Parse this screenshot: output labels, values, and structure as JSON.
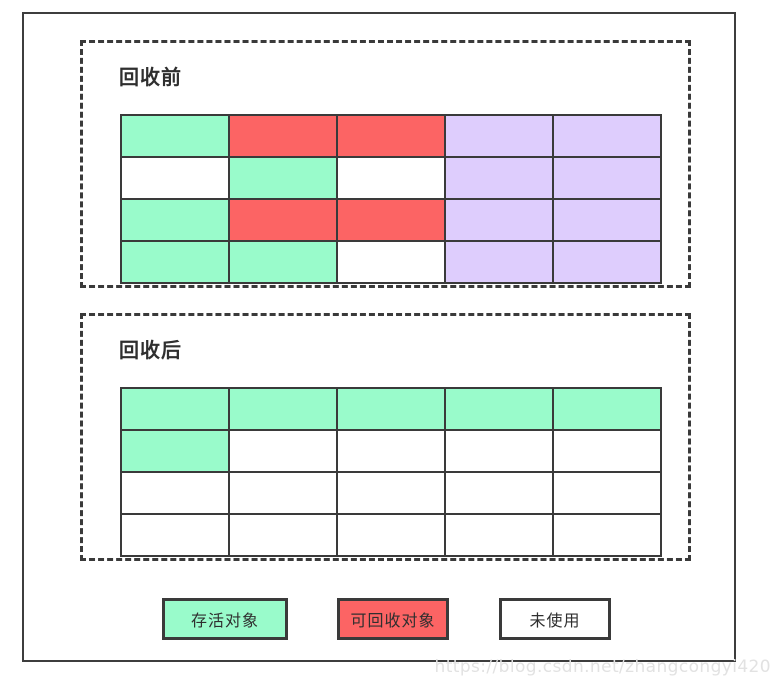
{
  "diagram": {
    "title_visible": false,
    "colors": {
      "live": "#99fbcb",
      "garbage": "#fc6464",
      "unused": "#decdfd",
      "free": "#ffffff",
      "stroke": "#3a3a3a",
      "frame": "#3d3d3d",
      "text": "#2f2f2f",
      "watermark": "#e2e2e2"
    }
  },
  "sections": [
    {
      "id": "before",
      "title": "回收前",
      "rows": 4,
      "cols": 5,
      "cells": [
        [
          "live",
          "garbage",
          "garbage",
          "unused",
          "unused"
        ],
        [
          "free",
          "live",
          "free",
          "unused",
          "unused"
        ],
        [
          "live",
          "garbage",
          "garbage",
          "unused",
          "unused"
        ],
        [
          "live",
          "live",
          "free",
          "unused",
          "unused"
        ]
      ]
    },
    {
      "id": "after",
      "title": "回收后",
      "rows": 4,
      "cols": 5,
      "cells": [
        [
          "live",
          "live",
          "live",
          "live",
          "live"
        ],
        [
          "live",
          "free",
          "free",
          "free",
          "free"
        ],
        [
          "free",
          "free",
          "free",
          "free",
          "free"
        ],
        [
          "free",
          "free",
          "free",
          "free",
          "free"
        ]
      ]
    }
  ],
  "legend": {
    "items": [
      {
        "key": "live",
        "label": "存活对象",
        "color": "#99fbcb"
      },
      {
        "key": "garbage",
        "label": "可回收对象",
        "color": "#fc6464"
      },
      {
        "key": "unused",
        "label": "未使用",
        "color": "#ffffff"
      }
    ]
  },
  "watermark": {
    "text": "https://blog.csdn.net/zhangcongyi420"
  }
}
